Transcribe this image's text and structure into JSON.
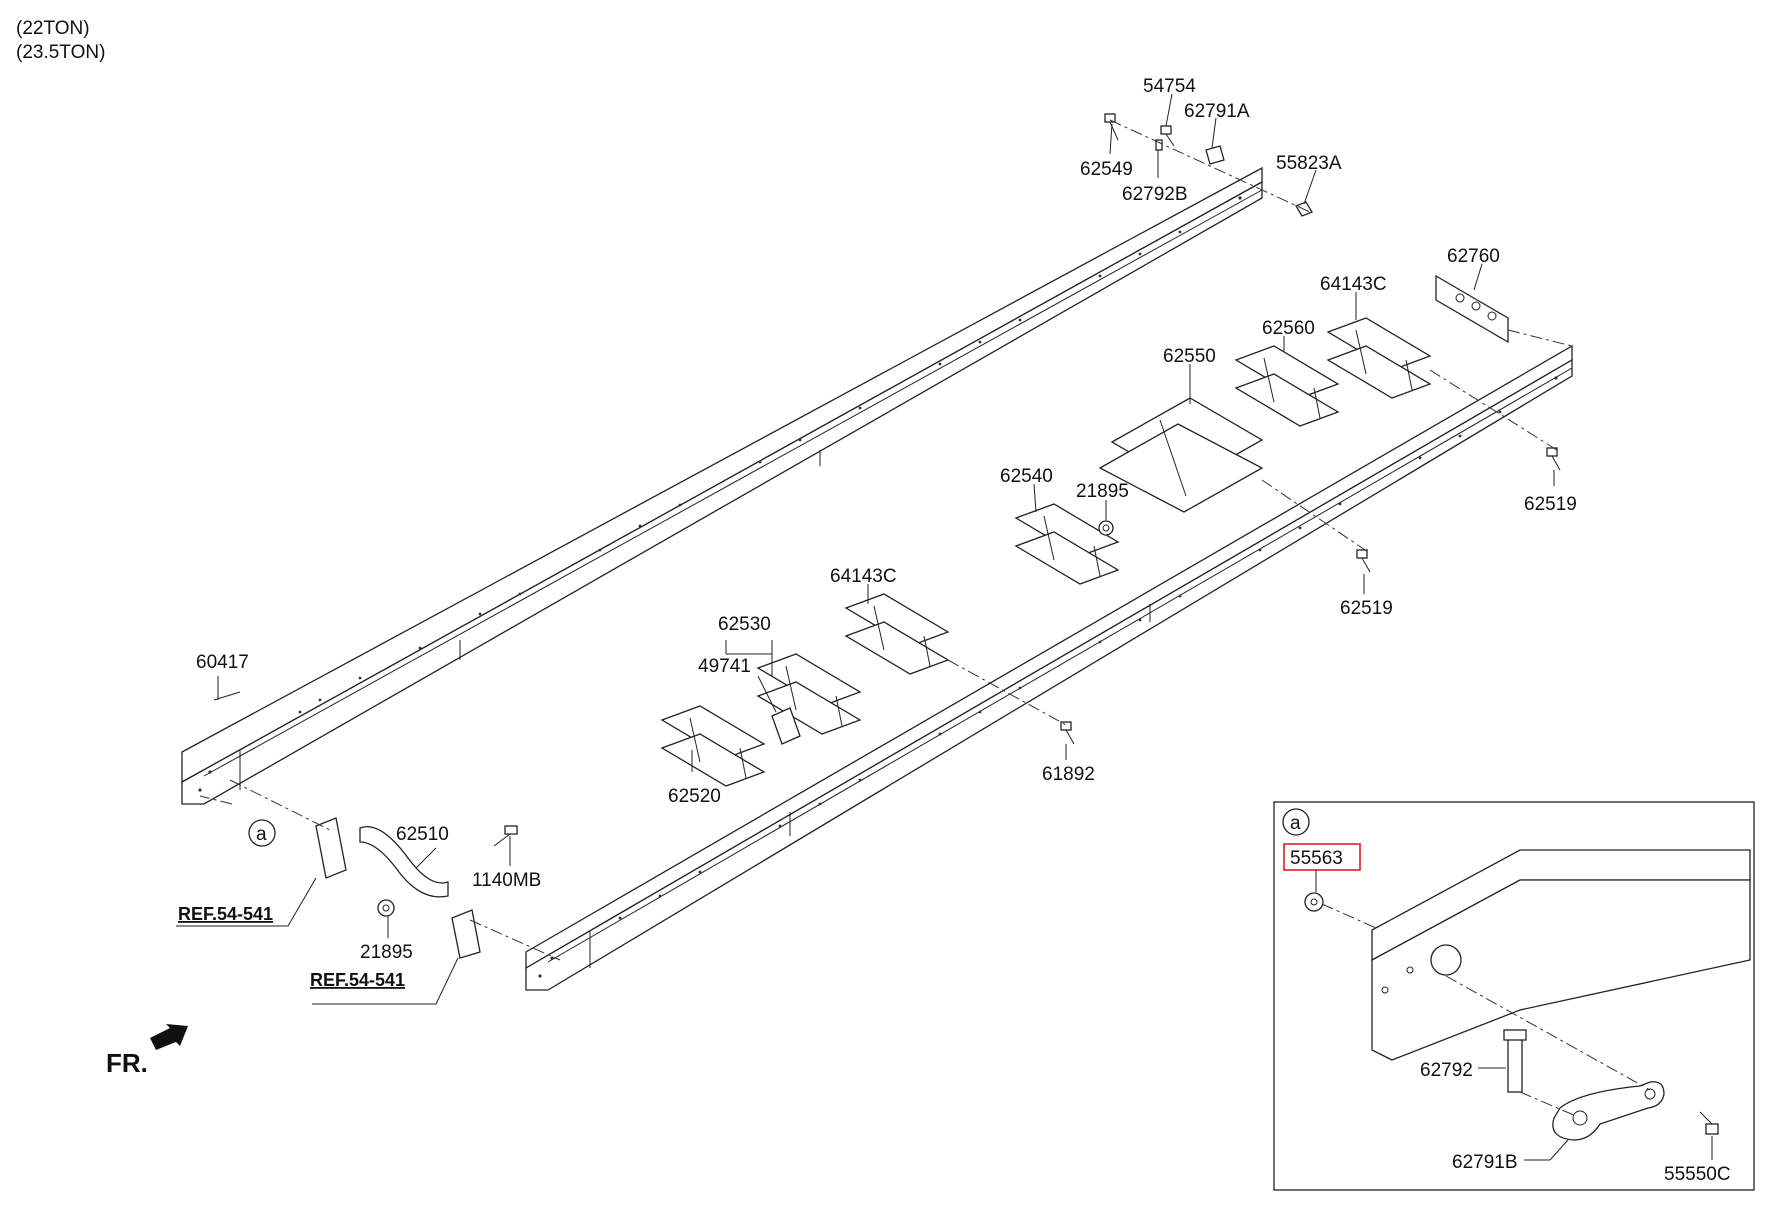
{
  "variants": [
    "(22TON)",
    "(23.5TON)"
  ],
  "labels": {
    "p54754": "54754",
    "p62791A": "62791A",
    "p62549": "62549",
    "p62792B": "62792B",
    "p55823A": "55823A",
    "p62760": "62760",
    "p64143C_top": "64143C",
    "p62560": "62560",
    "p62550": "62550",
    "p62540": "62540",
    "p21895_mid": "21895",
    "p62519_top": "62519",
    "p62519_mid": "62519",
    "p64143C_mid": "64143C",
    "p62530": "62530",
    "p49741": "49741",
    "p60417": "60417",
    "p62520": "62520",
    "p61892": "61892",
    "p62510": "62510",
    "p1140MB": "1140MB",
    "p21895_bot": "21895",
    "ref1": "REF.54-541",
    "ref2": "REF.54-541",
    "callout_a": "a",
    "fr": "FR."
  },
  "inset": {
    "tag": "a",
    "highlighted_part": "55563",
    "p62792": "62792",
    "p62791B": "62791B",
    "p55550C": "55550C"
  },
  "colors": {
    "line": "#222222",
    "highlight": "#e02020"
  }
}
